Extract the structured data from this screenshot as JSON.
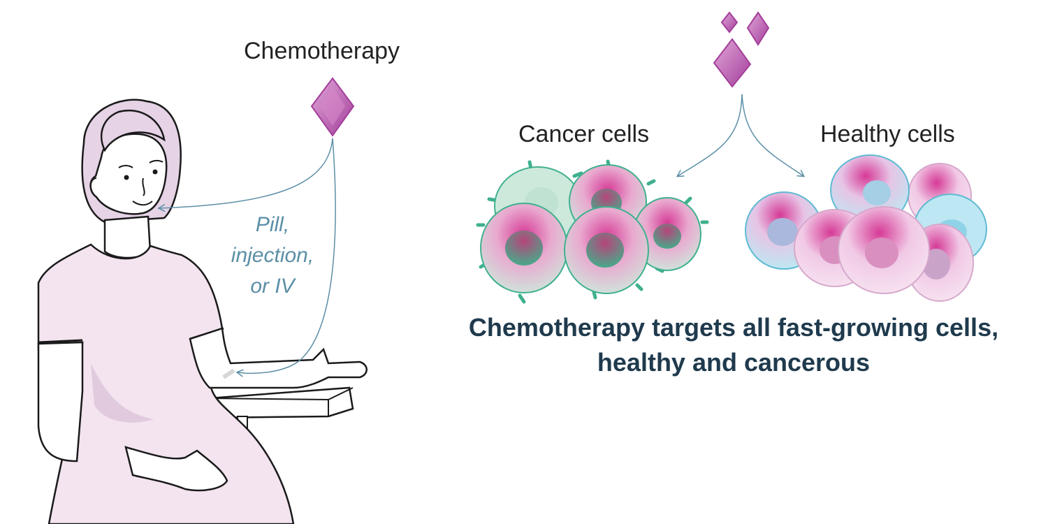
{
  "labels": {
    "chemotherapy": "Chemotherapy",
    "cancer_cells": "Cancer cells",
    "healthy_cells": "Healthy cells",
    "route": [
      "Pill,",
      "injection,",
      "or IV"
    ]
  },
  "caption": {
    "line1": "Chemotherapy targets all fast-growing cells,",
    "line2": "healthy and cancerous"
  },
  "colors": {
    "drug": "#a33e9a",
    "drug_light": "#e1a7d9",
    "cancer_cell": "#cde9dc",
    "cancer_spike": "#3fb08e",
    "healthy_cell_pink": "#f1c9e6",
    "healthy_cell_blue": "#bde7f2",
    "nucleus_magenta": "#d63a96",
    "arrow": "#5b8fa6",
    "dress": "#f3e4f0",
    "hair": "#e6d3e6",
    "caption_text": "#1f3a4d"
  }
}
